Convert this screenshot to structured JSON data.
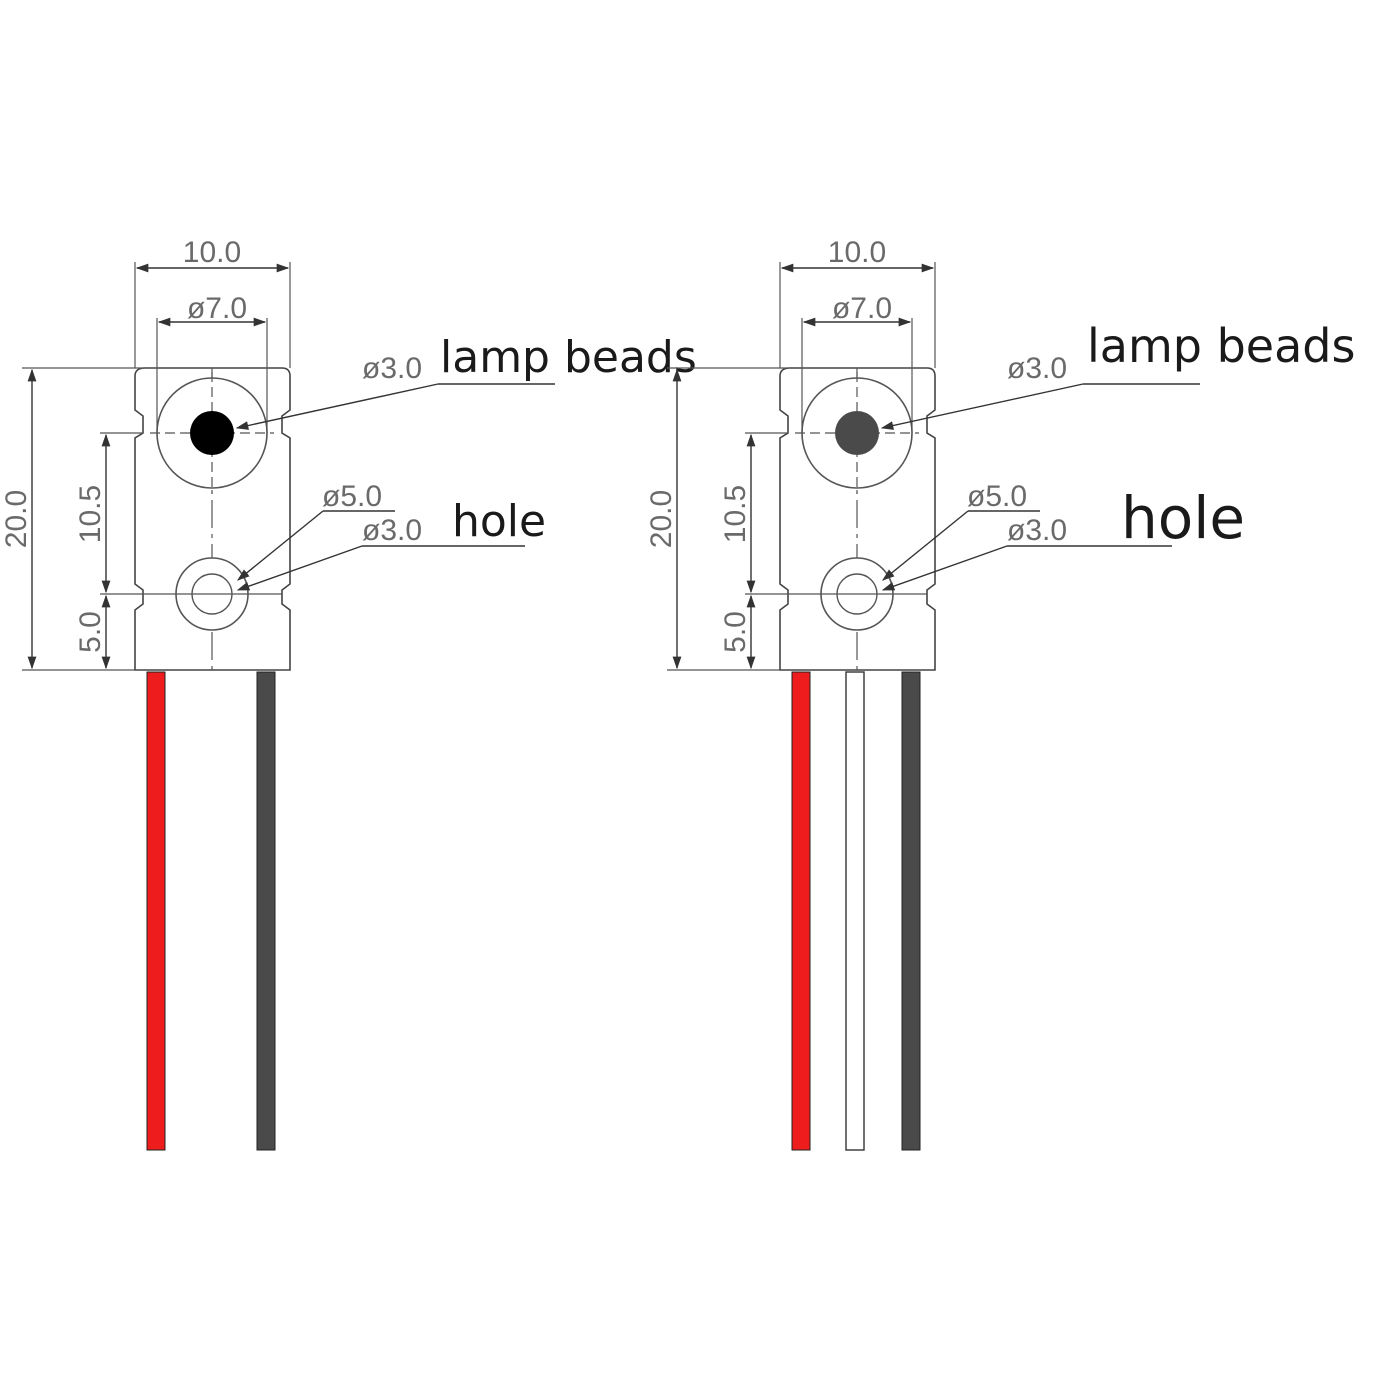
{
  "diagrams": [
    {
      "id": "two-wire",
      "dim_width": "10.0",
      "dim_bead_ring": "ø7.0",
      "dim_bead": "ø3.0",
      "label_bead": "lamp beads",
      "dim_hole_outer": "ø5.0",
      "dim_hole_inner": "ø3.0",
      "label_hole": "hole",
      "dim_height": "20.0",
      "dim_mid": "10.5",
      "dim_low": "5.0",
      "bead_color": "#000000",
      "wires": [
        {
          "name": "red-wire",
          "color": "#ee1c1c"
        },
        {
          "name": "black-wire",
          "color": "#4a4a4a"
        }
      ]
    },
    {
      "id": "three-wire",
      "dim_width": "10.0",
      "dim_bead_ring": "ø7.0",
      "dim_bead": "ø3.0",
      "label_bead": "lamp beads",
      "dim_hole_outer": "ø5.0",
      "dim_hole_inner": "ø3.0",
      "label_hole": "hole",
      "dim_height": "20.0",
      "dim_mid": "10.5",
      "dim_low": "5.0",
      "bead_color": "#4a4a4a",
      "wires": [
        {
          "name": "red-wire",
          "color": "#ee1c1c"
        },
        {
          "name": "white-wire",
          "color": "#ffffff"
        },
        {
          "name": "black-wire",
          "color": "#4a4a4a"
        }
      ]
    }
  ]
}
